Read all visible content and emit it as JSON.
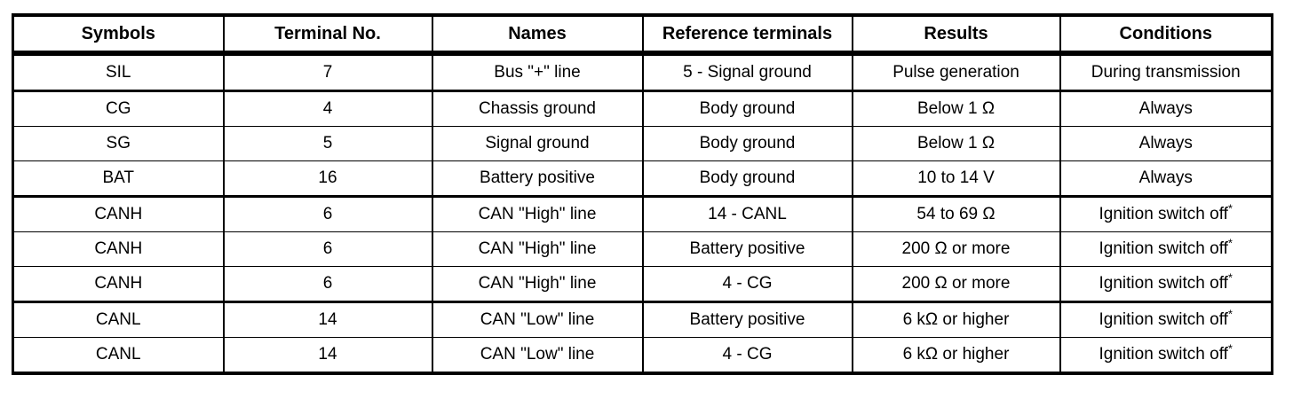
{
  "table": {
    "columns": [
      {
        "key": "symbols",
        "label": "Symbols"
      },
      {
        "key": "terminal",
        "label": "Terminal No."
      },
      {
        "key": "names",
        "label": "Names"
      },
      {
        "key": "reference",
        "label": "Reference terminals"
      },
      {
        "key": "results",
        "label": "Results"
      },
      {
        "key": "conditions",
        "label": "Conditions"
      }
    ],
    "rows": [
      {
        "symbols": "SIL",
        "terminal": "7",
        "names": "Bus \"+\" line",
        "reference": "5 - Signal ground",
        "results": "Pulse generation",
        "conditions": "During transmission",
        "conditions_footnote": ""
      },
      {
        "symbols": "CG",
        "terminal": "4",
        "names": "Chassis ground",
        "reference": "Body ground",
        "results": "Below 1 Ω",
        "conditions": "Always",
        "conditions_footnote": ""
      },
      {
        "symbols": "SG",
        "terminal": "5",
        "names": "Signal ground",
        "reference": "Body ground",
        "results": "Below 1 Ω",
        "conditions": "Always",
        "conditions_footnote": ""
      },
      {
        "symbols": "BAT",
        "terminal": "16",
        "names": "Battery positive",
        "reference": "Body ground",
        "results": "10 to 14 V",
        "conditions": "Always",
        "conditions_footnote": ""
      },
      {
        "symbols": "CANH",
        "terminal": "6",
        "names": "CAN \"High\" line",
        "reference": "14 - CANL",
        "results": "54 to 69 Ω",
        "conditions": "Ignition switch off",
        "conditions_footnote": "*"
      },
      {
        "symbols": "CANH",
        "terminal": "6",
        "names": "CAN \"High\" line",
        "reference": "Battery positive",
        "results": "200 Ω or more",
        "conditions": "Ignition switch off",
        "conditions_footnote": "*"
      },
      {
        "symbols": "CANH",
        "terminal": "6",
        "names": "CAN \"High\" line",
        "reference": "4 - CG",
        "results": "200 Ω or more",
        "conditions": "Ignition switch off",
        "conditions_footnote": "*"
      },
      {
        "symbols": "CANL",
        "terminal": "14",
        "names": "CAN \"Low\" line",
        "reference": "Battery positive",
        "results": "6 kΩ or higher",
        "conditions": "Ignition switch off",
        "conditions_footnote": "*"
      },
      {
        "symbols": "CANL",
        "terminal": "14",
        "names": "CAN \"Low\" line",
        "reference": "4 - CG",
        "results": "6 kΩ or higher",
        "conditions": "Ignition switch off",
        "conditions_footnote": "*"
      }
    ]
  }
}
